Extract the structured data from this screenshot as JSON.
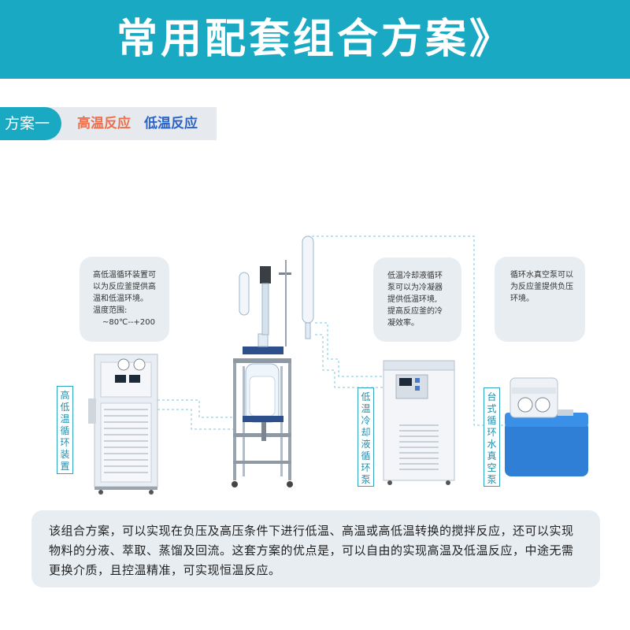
{
  "banner": {
    "title": "常用配套组合方案》"
  },
  "plan_bar": {
    "tag": "方案一",
    "high": "高温反应",
    "low": "低温反应"
  },
  "bubbles": {
    "circulator": {
      "line1": "高低温循环装置可",
      "line2": "以为反应釜提供高",
      "line3": "温和低温环境。",
      "line4": "温度范围:",
      "line5": "~80℃--+200"
    },
    "chiller": {
      "line1": "低温冷却液循环",
      "line2": "泵可以为冷凝器",
      "line3": "提供低温环境,",
      "line4": "提高反应釜的冷",
      "line5": "凝效率。"
    },
    "pump": {
      "line1": "循环水真空泵可以",
      "line2": "为反应釜提供负压",
      "line3": "环境。"
    }
  },
  "labels": {
    "circulator": "高低温循环装置",
    "chiller": "低温冷却液循环泵",
    "pump": "台式循环水真空泵"
  },
  "description": "该组合方案，可以实现在负压及高压条件下进行低温、高温或高低温转换的搅拌反应，还可以实现物料的分液、萃取、蒸馏及回流。这套方案的优点是，可以自由的实现高温及低温反应，中途无需更换介质，且控温精准，可实现恒温反应。",
  "colors": {
    "primary": "#1aa9c2",
    "high_temp": "#ee6f4c",
    "low_temp": "#2b63c4",
    "bubble_bg": "#e7edf1",
    "pump_blue": "#2f7fd6"
  }
}
